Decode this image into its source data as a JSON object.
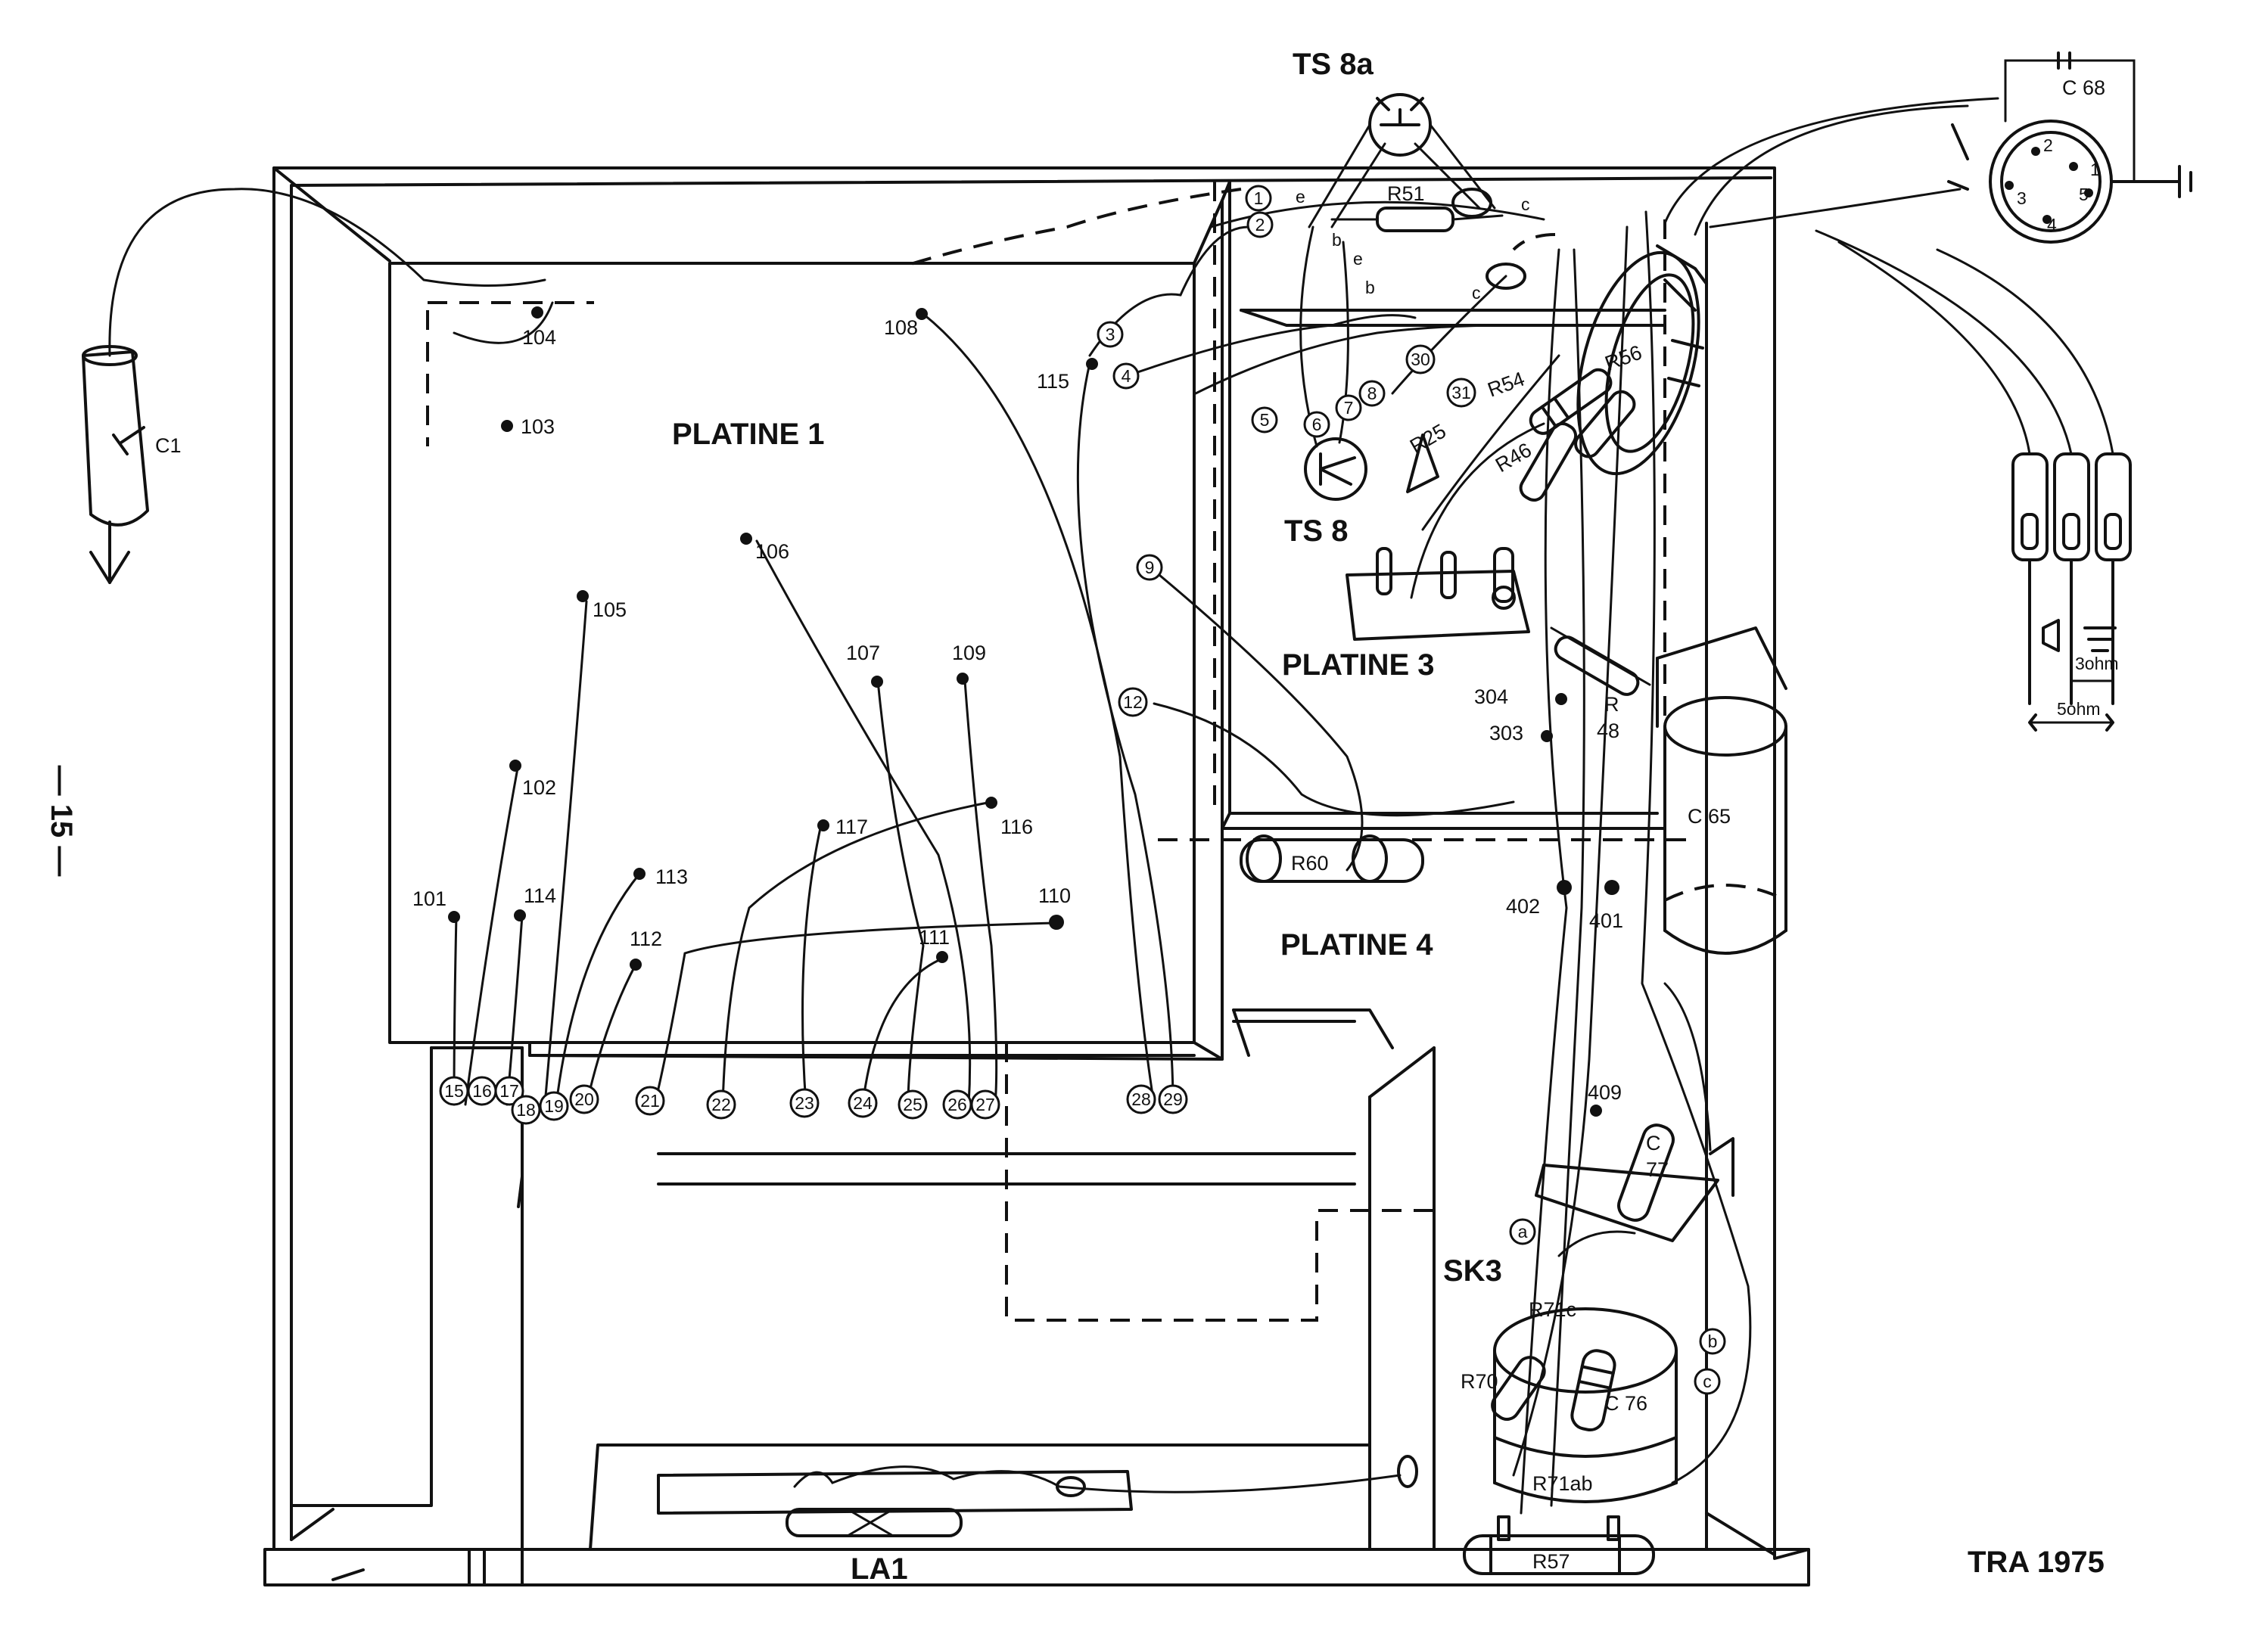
{
  "labels": {
    "platine1": "PLATINE 1",
    "platine3": "PLATINE 3",
    "platine4": "PLATINE 4",
    "ts8a": "TS 8a",
    "ts8": "TS 8",
    "sk3": "SK3",
    "la1": "LA1",
    "c1": "C1",
    "c65": "C 65",
    "c68": "C 68",
    "c76": "C 76",
    "c77a": "C",
    "c77b": "77",
    "r51": "R51",
    "r54": "R54",
    "r56": "R56",
    "r25": "R25",
    "r46": "R46",
    "r48a": "R",
    "r48b": "48",
    "r60": "R60",
    "r57": "R57",
    "r70": "R70",
    "r71c": "R71c",
    "r71ab": "R71ab",
    "page_number": "— 15 —",
    "footer": "TRA 1975",
    "ohm3": "3ohm",
    "ohm5": "5ohm",
    "e1": "e",
    "e2": "e",
    "b1": "b",
    "b2": "b",
    "c_1": "c",
    "c_2": "c"
  },
  "circled_terminals": [
    "1",
    "2",
    "3",
    "4",
    "5",
    "6",
    "7",
    "8",
    "9",
    "12",
    "30",
    "31",
    "15",
    "16",
    "17",
    "18",
    "19",
    "20",
    "21",
    "22",
    "23",
    "24",
    "25",
    "26",
    "27",
    "28",
    "29",
    "a",
    "b",
    "c"
  ],
  "solder_points": [
    "101",
    "102",
    "103",
    "104",
    "105",
    "106",
    "107",
    "108",
    "109",
    "110",
    "111",
    "112",
    "113",
    "114",
    "115",
    "116",
    "117",
    "303",
    "304",
    "401",
    "402",
    "409"
  ],
  "din_pins": [
    "1",
    "2",
    "3",
    "4",
    "5"
  ]
}
